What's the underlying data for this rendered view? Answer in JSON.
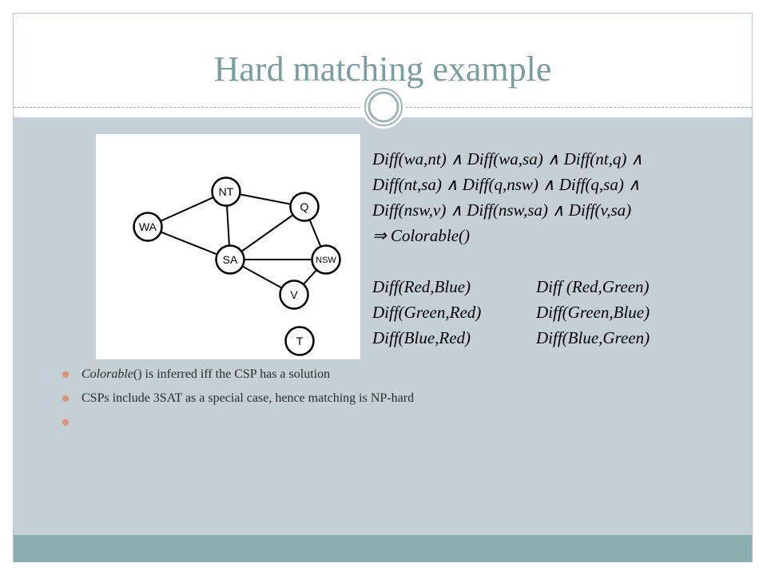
{
  "slide": {
    "title": "Hard matching example"
  },
  "graph": {
    "nodes": [
      {
        "id": "wa",
        "label": "WA"
      },
      {
        "id": "nt",
        "label": "NT"
      },
      {
        "id": "q",
        "label": "Q"
      },
      {
        "id": "sa",
        "label": "SA"
      },
      {
        "id": "nsw",
        "label": "NSW"
      },
      {
        "id": "v",
        "label": "V"
      },
      {
        "id": "t",
        "label": "T"
      }
    ]
  },
  "formula": {
    "lines": [
      "Diff(wa,nt) ∧ Diff(wa,sa) ∧ Diff(nt,q) ∧",
      "Diff(nt,sa) ∧ Diff(q,nsw) ∧ Diff(q,sa) ∧",
      "Diff(nsw,v) ∧ Diff(nsw,sa) ∧ Diff(v,sa)",
      "⇒ Colorable()"
    ],
    "facts": [
      [
        "Diff(Red,Blue)",
        "Diff (Red,Green)"
      ],
      [
        "Diff(Green,Red)",
        "Diff(Green,Blue)"
      ],
      [
        "Diff(Blue,Red)",
        "Diff(Blue,Green)"
      ]
    ]
  },
  "bullets": [
    {
      "italic": "Colorable",
      "text": "() is inferred iff the CSP has a solution"
    },
    {
      "italic": "",
      "text": "CSPs include 3SAT as a special case, hence matching is NP-hard"
    },
    {
      "italic": "",
      "text": ""
    }
  ],
  "colors": {
    "title": "#7a9e9f",
    "content_bg": "#c5cfd6",
    "footer": "#8aaeae",
    "bullet": "#d9937a"
  }
}
